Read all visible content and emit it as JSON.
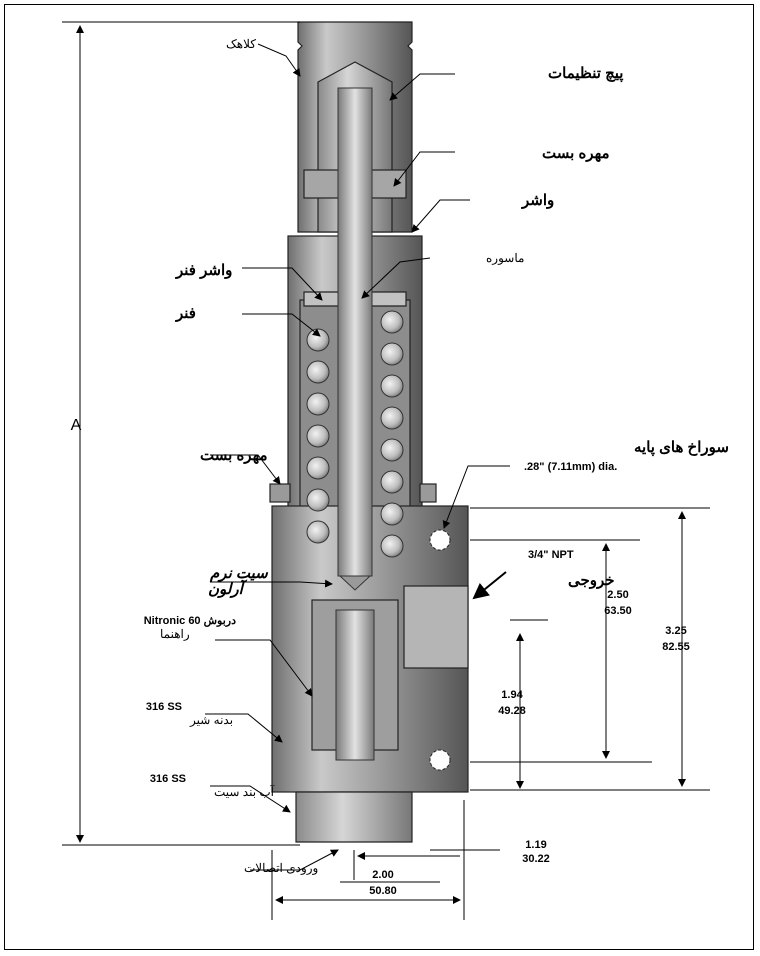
{
  "labels": {
    "cap": "کلاهک",
    "adjusting_screw": "پیچ تنظیمات",
    "lock_nut_top": "مهره بست",
    "washer": "واشر",
    "spring_washer": "واشر فنر",
    "spring": "فنر",
    "spindle": "ماسوره",
    "lock_nut_side": "مهره بست",
    "base_holes_title": "سوراخ های پایه",
    "base_holes_size": ".28\" (7.11mm) dia.",
    "outlet_npt": "3/4\" NPT",
    "outlet": "خروجی",
    "soft_seat_line1": "سیت نرم",
    "soft_seat_line2": "آرلون",
    "guide_line1": "Nitronic 60 دربوش",
    "guide_line2": "راهنما",
    "body_line1": "316 SS",
    "body_line2": "بدنه شیر",
    "seat_line1": "316 SS",
    "seat_line2": "آب بند سیت",
    "inlet_connections": "ورودی اتصالات"
  },
  "dimensions": {
    "overall_height": "A",
    "outlet_to_hole": {
      "in": "2.50",
      "mm": "63.50"
    },
    "hole_spacing_total": {
      "in": "3.25",
      "mm": "82.55"
    },
    "inlet_to_hole": {
      "in": "1.94",
      "mm": "49.28"
    },
    "body_width": {
      "in": "2.00",
      "mm": "50.80"
    },
    "side_offset": {
      "in": "1.19",
      "mm": "30.22"
    }
  }
}
